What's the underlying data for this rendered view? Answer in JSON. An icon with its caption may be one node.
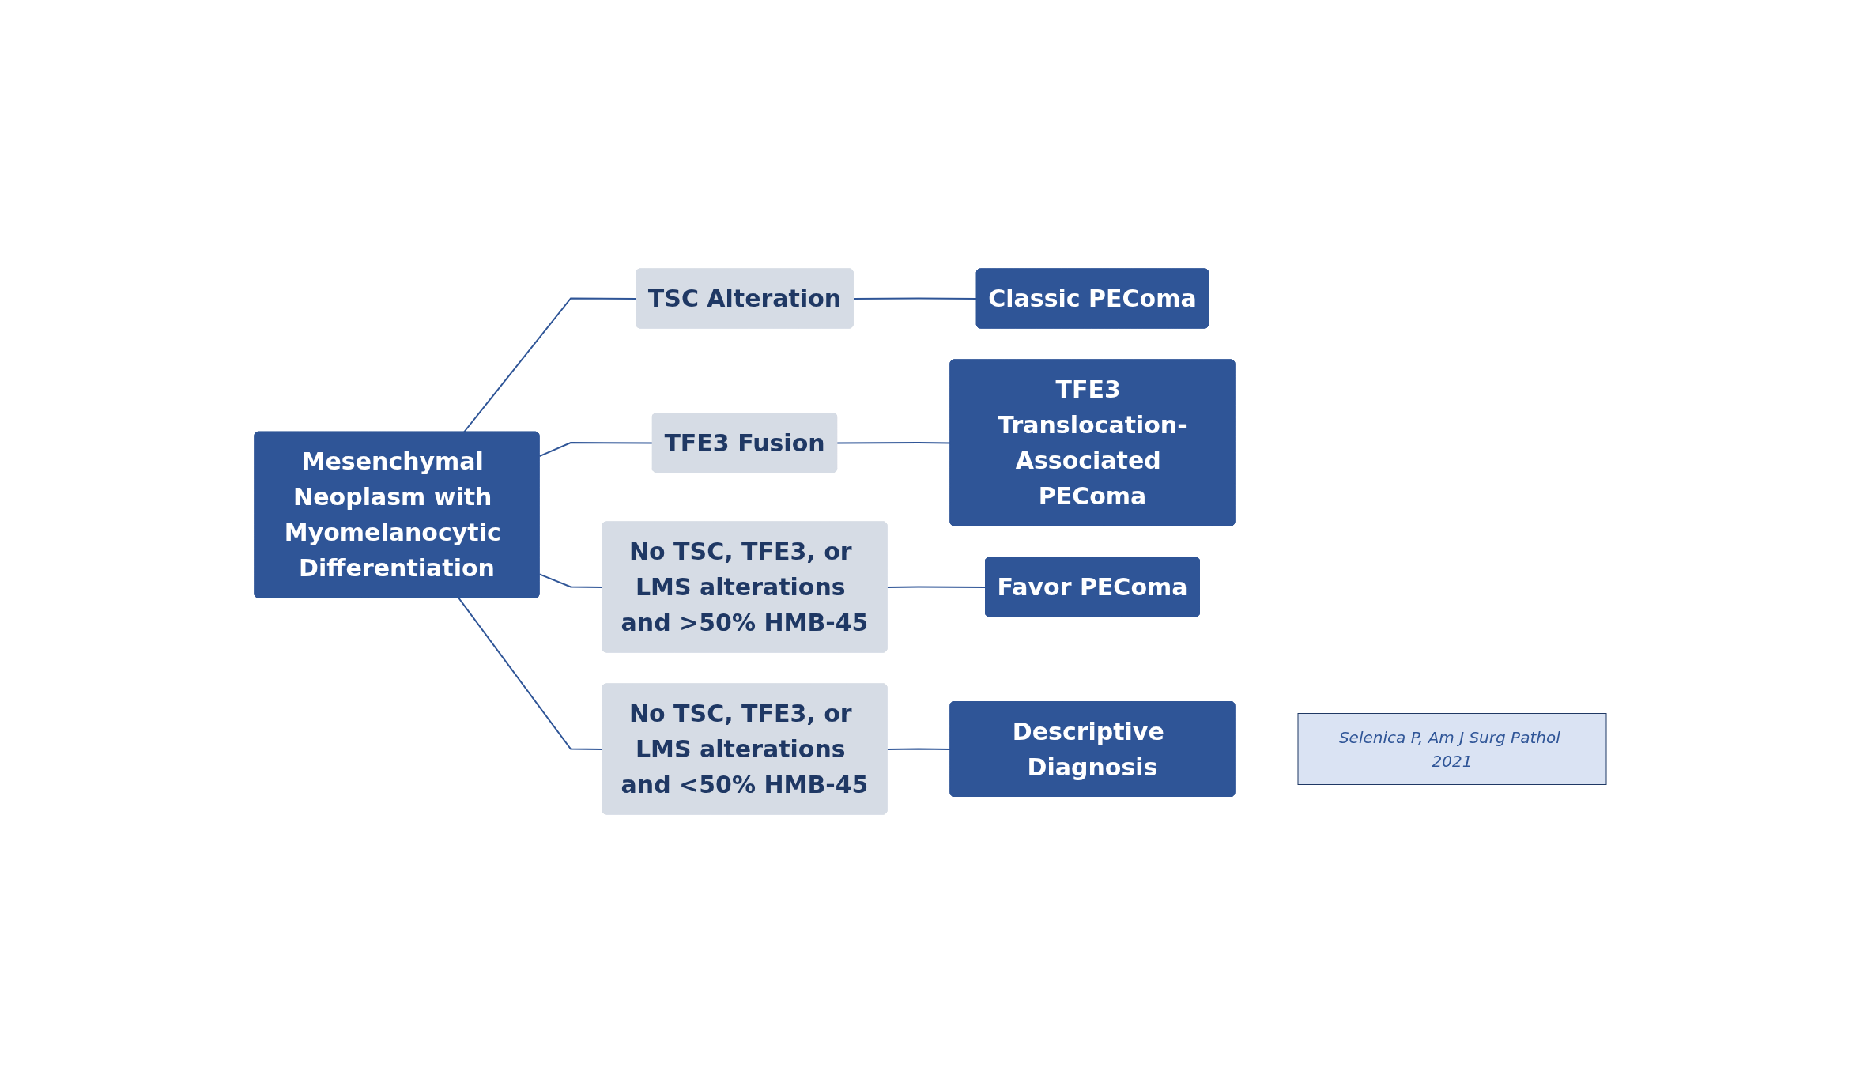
{
  "diagram": {
    "nodes": [
      {
        "text": [
          "Mesenchymal Neoplasm with Myomelanocytic Differentiation"
        ]
      },
      {
        "text": [
          "TSC Alteration"
        ]
      },
      {
        "text": [
          "Classic PEComa"
        ]
      },
      {
        "text": [
          "TFE3 Fusion"
        ]
      },
      {
        "text": [
          "TFE3 Translocation-Associated PEComa"
        ]
      },
      {
        "text": [
          "No TSC, TFE3, or LMS alterations and >50% HMB-45"
        ]
      },
      {
        "text": [
          "Favor PEComa"
        ]
      },
      {
        "text": [
          "No TSC, TFE3, or LMS alterations and <50% HMB-45"
        ]
      },
      {
        "text": [
          "Descriptive Diagnosis"
        ]
      },
      {
        "text": [
          "Selenica P, Am J Surg Pathol 2021"
        ]
      }
    ],
    "edges": [
      {
        "from": 0,
        "to": 1,
        "arrow": "none"
      },
      {
        "from": 0,
        "to": 3,
        "arrow": "none"
      },
      {
        "from": 0,
        "to": 5,
        "arrow": "none"
      },
      {
        "from": 0,
        "to": 7,
        "arrow": "none"
      },
      {
        "from": 1,
        "to": 2,
        "arrow": "none"
      },
      {
        "from": 3,
        "to": 4,
        "arrow": "none"
      },
      {
        "from": 5,
        "to": 6,
        "arrow": "none"
      },
      {
        "from": 7,
        "to": 8,
        "arrow": "none"
      }
    ]
  }
}
